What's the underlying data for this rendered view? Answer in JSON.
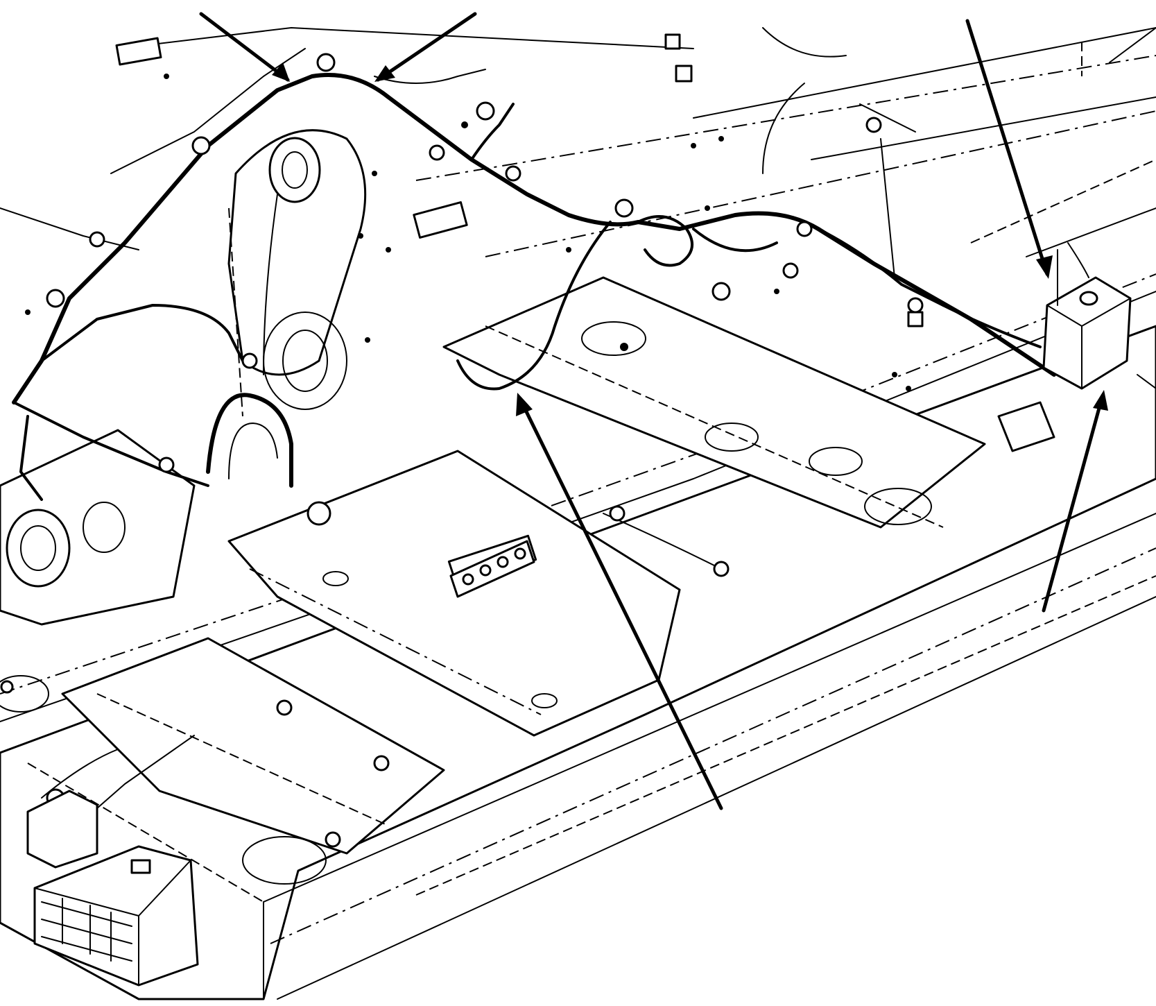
{
  "diagram": {
    "callouts": [
      {
        "id": "callout-1",
        "label": ""
      },
      {
        "id": "callout-2",
        "label": ""
      },
      {
        "id": "callout-3",
        "label": ""
      },
      {
        "id": "callout-4",
        "label": ""
      },
      {
        "id": "callout-5",
        "label": ""
      }
    ]
  }
}
